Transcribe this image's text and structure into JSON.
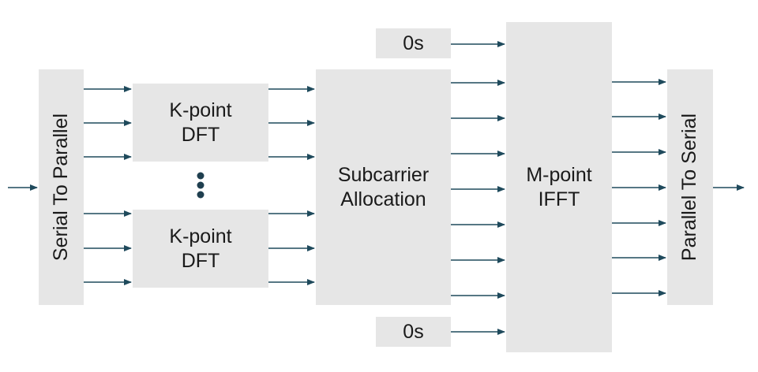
{
  "blocks": {
    "serial_to_parallel": "Serial To Parallel",
    "dft_top": {
      "line1": "K-point",
      "line2": "DFT"
    },
    "dft_bottom": {
      "line1": "K-point",
      "line2": "DFT"
    },
    "subcarrier_allocation": {
      "line1": "Subcarrier",
      "line2": "Allocation"
    },
    "zeros_top": "0s",
    "zeros_bottom": "0s",
    "ifft": {
      "line1": "M-point",
      "line2": "IFFT"
    },
    "parallel_to_serial": "Parallel To Serial"
  },
  "colors": {
    "block_fill": "#e6e6e6",
    "arrow": "#1f4a5c",
    "dots": "#1f3f4f",
    "text": "#1a1a1a"
  }
}
